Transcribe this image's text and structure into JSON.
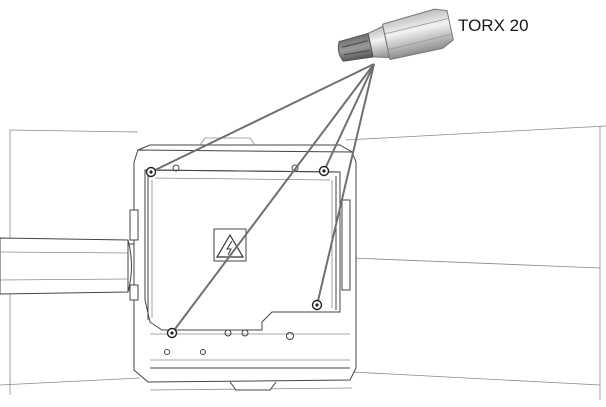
{
  "tool": {
    "label": "TORX 20",
    "icon": "torx-bit-icon"
  },
  "screws": [
    {
      "name": "top-left-screw"
    },
    {
      "name": "top-right-screw"
    },
    {
      "name": "bottom-left-screw"
    },
    {
      "name": "bottom-right-screw"
    }
  ],
  "warning_icon": "electrical-hazard-icon"
}
